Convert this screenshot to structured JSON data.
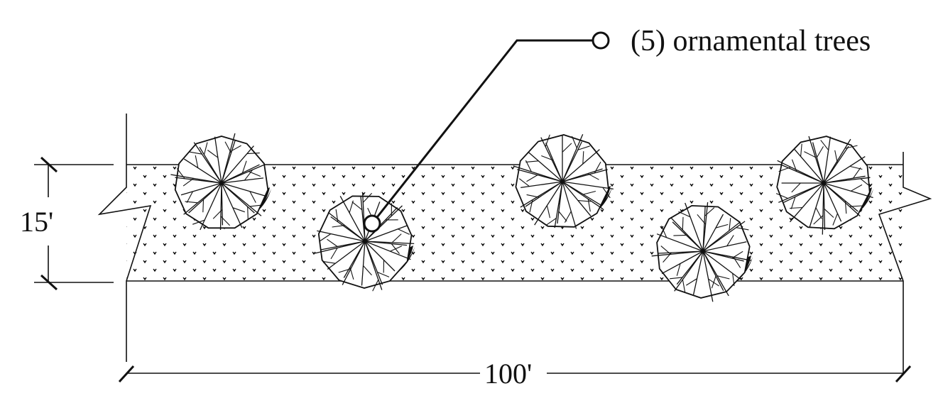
{
  "callout": {
    "label": "(5) ornamental trees"
  },
  "dimensions": {
    "depth": "15'",
    "length": "100'"
  },
  "trees": [
    {
      "name": "tree-1"
    },
    {
      "name": "tree-2"
    },
    {
      "name": "tree-3"
    },
    {
      "name": "tree-4"
    },
    {
      "name": "tree-5"
    }
  ],
  "colors": {
    "line": "#111111",
    "background": "#ffffff",
    "shadow": "#111111"
  },
  "icons": {
    "tree": "tree-plan-symbol",
    "groundcover": "groundcover-tuft-icon",
    "callout": "callout-dot-icon"
  }
}
